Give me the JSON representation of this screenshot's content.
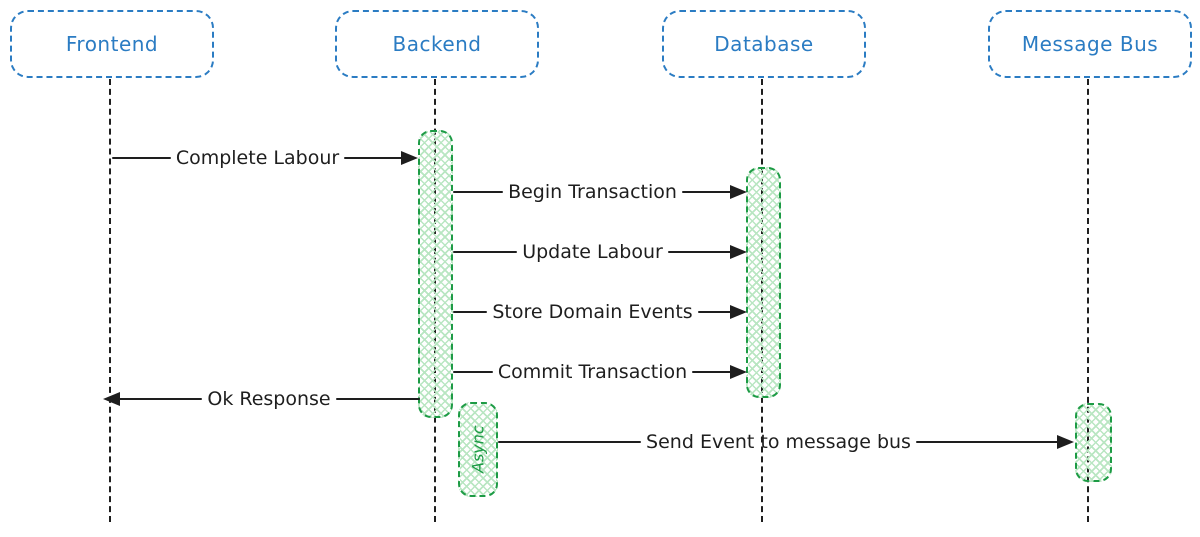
{
  "diagram": {
    "type": "sequence-diagram",
    "participants": [
      {
        "id": "frontend",
        "label": "Frontend"
      },
      {
        "id": "backend",
        "label": "Backend"
      },
      {
        "id": "database",
        "label": "Database"
      },
      {
        "id": "message-bus",
        "label": "Message Bus"
      }
    ],
    "messages": [
      {
        "label": "Complete Labour",
        "from": "Frontend",
        "to": "Backend",
        "direction": "right"
      },
      {
        "label": "Begin Transaction",
        "from": "Backend",
        "to": "Database",
        "direction": "right"
      },
      {
        "label": "Update Labour",
        "from": "Backend",
        "to": "Database",
        "direction": "right"
      },
      {
        "label": "Store Domain Events",
        "from": "Backend",
        "to": "Database",
        "direction": "right"
      },
      {
        "label": "Commit Transaction",
        "from": "Backend",
        "to": "Database",
        "direction": "right"
      },
      {
        "label": "Ok Response",
        "from": "Backend",
        "to": "Frontend",
        "direction": "left"
      },
      {
        "label": "Send Event to message bus",
        "from": "Backend",
        "to": "Message Bus",
        "direction": "right"
      }
    ],
    "async_box": {
      "label": "Async"
    },
    "colors": {
      "participant_blue": "#2b7cc3",
      "activation_green": "#1d9b45",
      "activation_hatch": "#b9e6c2",
      "line_black": "#1e1e1e",
      "background": "#ffffff"
    }
  }
}
